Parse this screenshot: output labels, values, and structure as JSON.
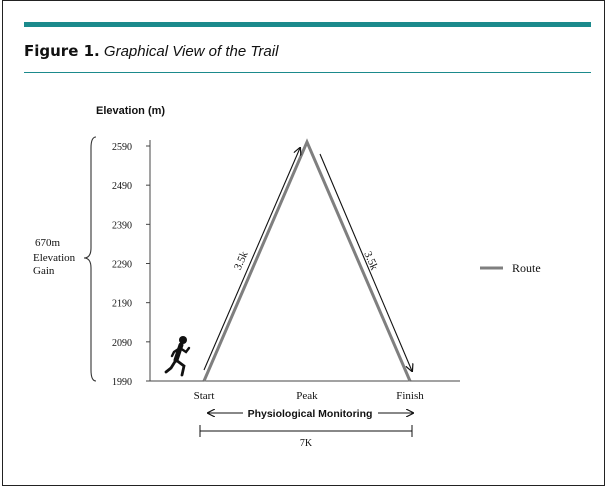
{
  "figure": {
    "label": "Figure 1.",
    "caption": "Graphical View of the Trail"
  },
  "chart_data": {
    "type": "line",
    "ylabel": "Elevation (m)",
    "yticks": [
      1990,
      2090,
      2190,
      2290,
      2390,
      2490,
      2590
    ],
    "ylim": [
      1990,
      2590
    ],
    "categories": [
      "Start",
      "Peak",
      "Finish"
    ],
    "series": [
      {
        "name": "Route",
        "values": [
          1990,
          2600,
          1990
        ]
      }
    ],
    "annotations": {
      "elevation_gain": [
        "670m",
        "Elevation",
        "Gain"
      ],
      "segment_up": "3.5k",
      "segment_down": "3.5k",
      "monitoring": "Physiological Monitoring",
      "distance": "7K"
    },
    "legend_placement": "right",
    "colors": {
      "route": "#7f7f7f",
      "accent": "#1b8a8c"
    }
  }
}
